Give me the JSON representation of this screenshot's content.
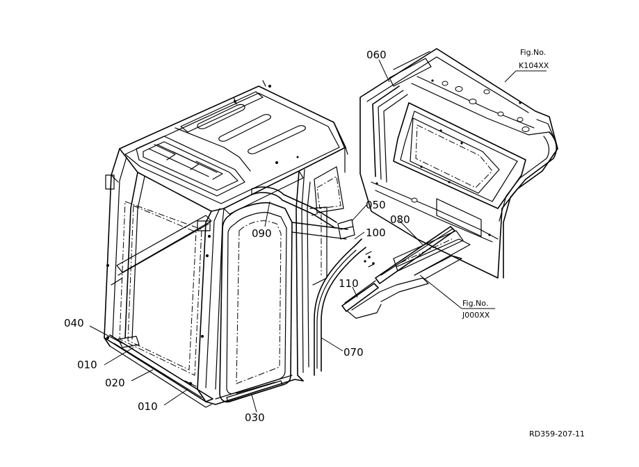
{
  "labels": {
    "p010a": "010",
    "p010b": "010",
    "p020": "020",
    "p030": "030",
    "p040": "040",
    "p050": "050",
    "p060": "060",
    "p070": "070",
    "p080": "080",
    "p090": "090",
    "p100": "100",
    "p110": "110"
  },
  "figrefs": {
    "k104": {
      "line1": "Fig.No.",
      "line2": "K104XX"
    },
    "j000": {
      "line1": "Fig.No.",
      "line2": "J000XX"
    }
  },
  "drawing_ref": "RD359-207-11"
}
